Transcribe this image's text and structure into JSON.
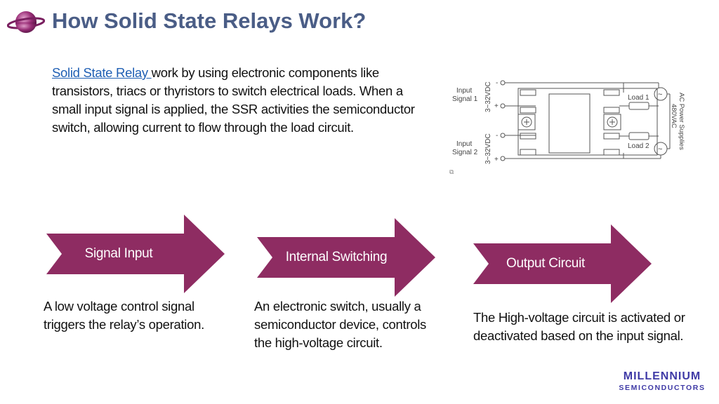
{
  "header": {
    "title": "How Solid State Relays Work?"
  },
  "intro": {
    "link_text": "Solid State Relay ",
    "body": "work by using electronic components like transistors, triacs or thyristors to switch electrical loads. When a small input signal is applied, the SSR activities the semiconductor switch, allowing current to flow through the load circuit."
  },
  "diagram": {
    "input1": [
      "Input",
      "Signal 1"
    ],
    "input2": [
      "Input",
      "Signal 2"
    ],
    "voltage1": "3~32VDC",
    "voltage2": "3~32VDC",
    "minus": "-",
    "plus": "+",
    "load1": "Load 1",
    "load2": "Load 2",
    "ac_label": [
      "AC Power Supplies",
      "480VAC"
    ],
    "tilde": "~"
  },
  "steps": [
    {
      "label": "Signal Input",
      "desc": "A low voltage control signal triggers the relay’s operation."
    },
    {
      "label": "Internal Switching",
      "desc": "An electronic switch, usually a semiconductor device, controls the high-voltage circuit."
    },
    {
      "label": "Output Circuit",
      "desc": "The High-voltage circuit is activated or deactivated based on the input signal."
    }
  ],
  "brand": {
    "line1": "MILLENNIUM",
    "line2": "SEMICONDUCTORS"
  },
  "colors": {
    "arrow": "#8e2c62",
    "title": "#4a5d86",
    "link": "#1f5fb4",
    "brand": "#3f3aa6"
  }
}
